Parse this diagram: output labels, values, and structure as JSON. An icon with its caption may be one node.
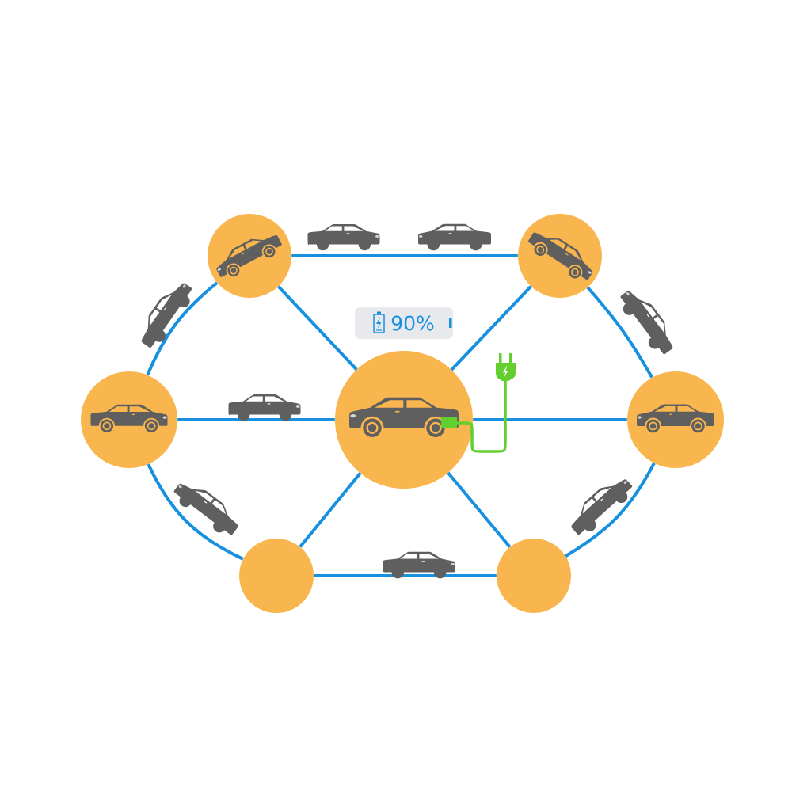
{
  "diagram": {
    "nodes": [
      {
        "text": [],
        "shape": "circle"
      },
      {
        "text": [],
        "shape": "circle"
      },
      {
        "text": [],
        "shape": "circle"
      },
      {
        "text": [],
        "shape": "circle"
      },
      {
        "text": [],
        "shape": "circle"
      },
      {
        "text": [],
        "shape": "circle"
      },
      {
        "text": [],
        "shape": "circle"
      }
    ],
    "edges": [
      {
        "from": 0,
        "to": 1,
        "arrow": "none"
      },
      {
        "from": 1,
        "to": 4,
        "arrow": "none"
      },
      {
        "from": 4,
        "to": 6,
        "arrow": "none"
      },
      {
        "from": 6,
        "to": 5,
        "arrow": "none"
      },
      {
        "from": 5,
        "to": 2,
        "arrow": "none"
      },
      {
        "from": 2,
        "to": 0,
        "arrow": "none"
      },
      {
        "from": 3,
        "to": 0,
        "arrow": "none"
      },
      {
        "from": 3,
        "to": 1,
        "arrow": "none"
      },
      {
        "from": 3,
        "to": 2,
        "arrow": "none"
      },
      {
        "from": 3,
        "to": 4,
        "arrow": "none"
      },
      {
        "from": 3,
        "to": 5,
        "arrow": "none"
      },
      {
        "from": 3,
        "to": 6,
        "arrow": "none"
      }
    ],
    "labels": [
      "90%"
    ]
  }
}
